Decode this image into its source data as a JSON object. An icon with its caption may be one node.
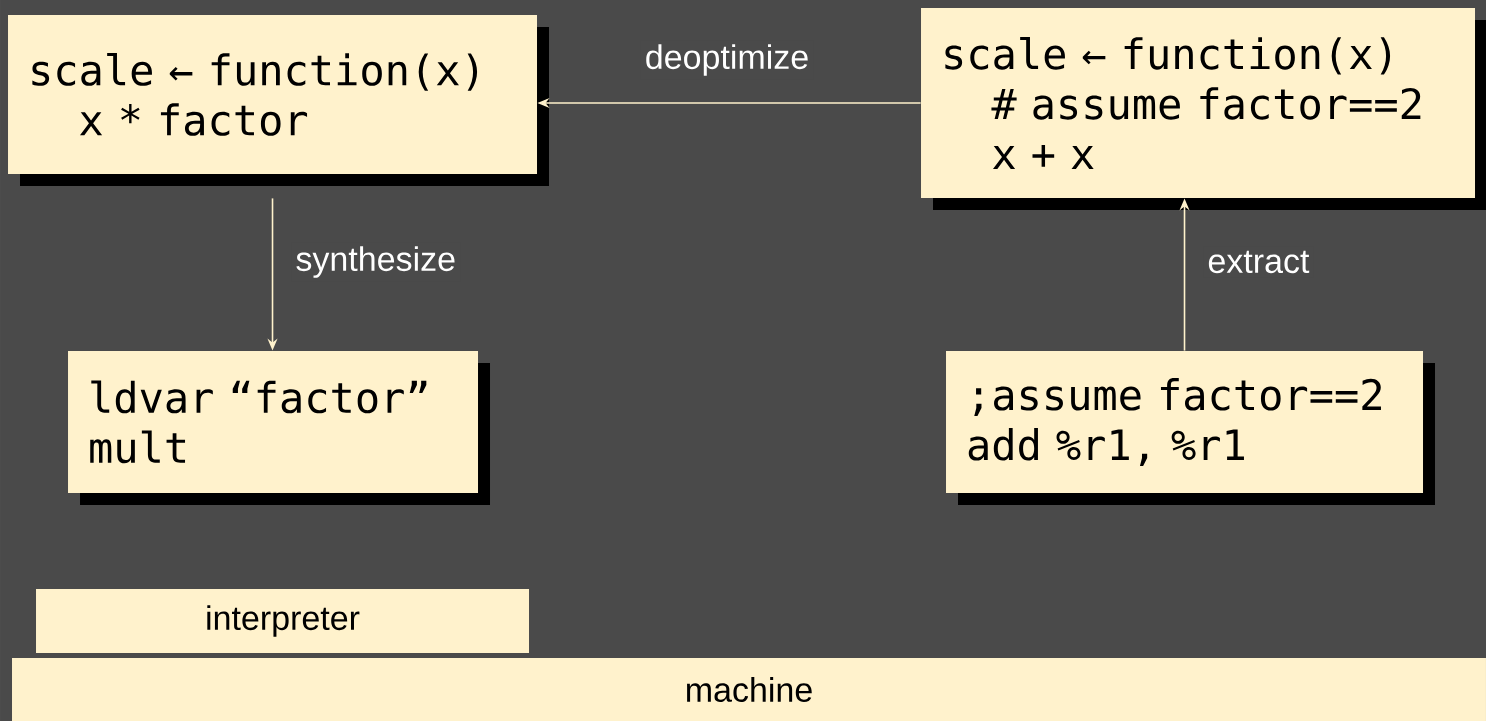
{
  "diagram": {
    "nodes": [
      {
        "text": [
          "scale ← function(x)",
          "x * factor"
        ]
      },
      {
        "text": [
          "scale ← function(x)",
          "# assume factor==2",
          "x + x"
        ]
      },
      {
        "text": [
          "ldvar “factor”",
          "mult"
        ]
      },
      {
        "text": [
          ";assume factor==2",
          "add %r1, %r1"
        ]
      },
      {
        "text": [
          "interpreter"
        ]
      },
      {
        "text": [
          "machine"
        ]
      }
    ],
    "edges": [
      {
        "from": 1,
        "to": 0,
        "arrow": "to",
        "label": "deoptimize"
      },
      {
        "from": 0,
        "to": 2,
        "arrow": "to",
        "label": "synthesize"
      },
      {
        "from": 3,
        "to": 1,
        "arrow": "to",
        "label": "extract"
      }
    ]
  }
}
